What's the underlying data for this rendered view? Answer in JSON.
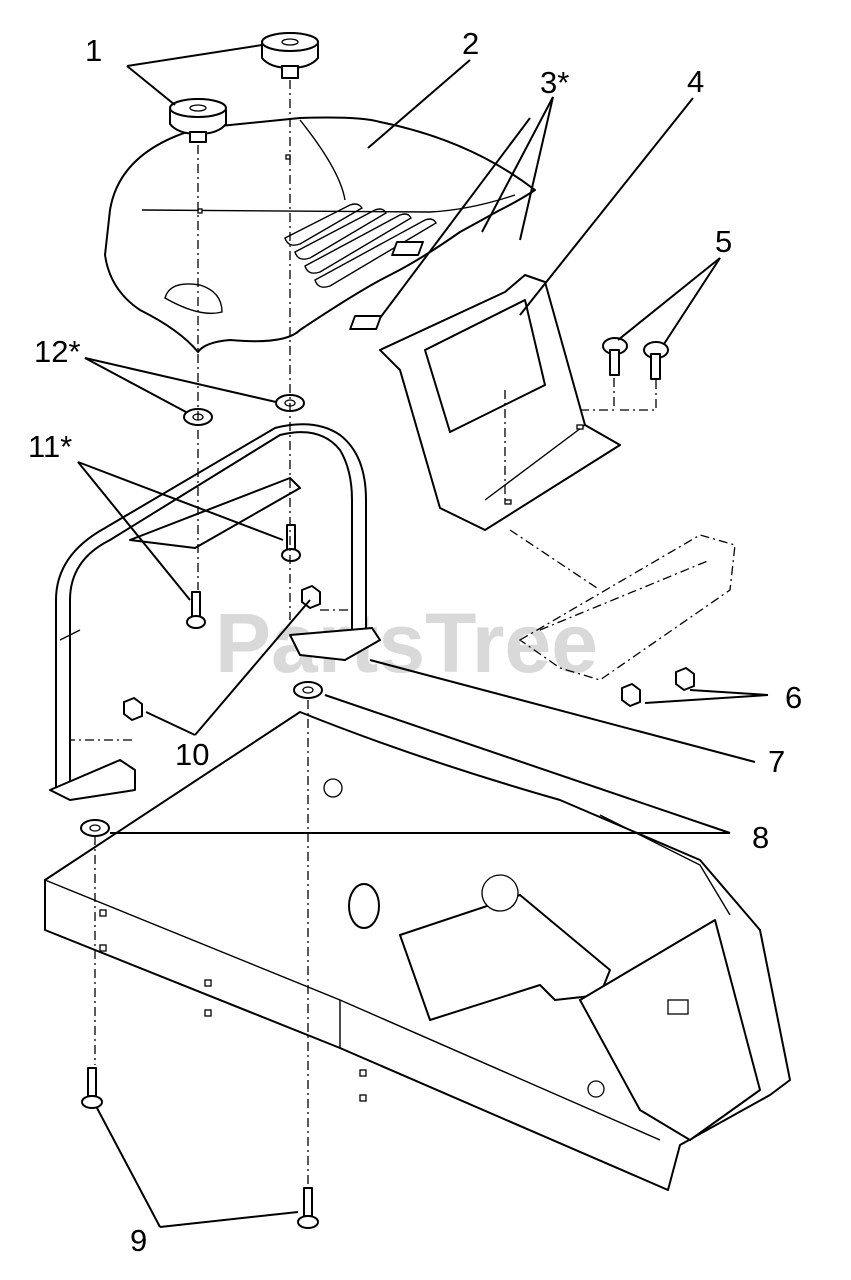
{
  "watermark": "PartsTree",
  "callouts": [
    {
      "id": "1",
      "label": "1"
    },
    {
      "id": "2",
      "label": "2"
    },
    {
      "id": "3",
      "label": "3*"
    },
    {
      "id": "4",
      "label": "4"
    },
    {
      "id": "5",
      "label": "5"
    },
    {
      "id": "6",
      "label": "6"
    },
    {
      "id": "7",
      "label": "7"
    },
    {
      "id": "8",
      "label": "8"
    },
    {
      "id": "9",
      "label": "9"
    },
    {
      "id": "10",
      "label": "10"
    },
    {
      "id": "11",
      "label": "11*"
    },
    {
      "id": "12",
      "label": "12*"
    }
  ]
}
